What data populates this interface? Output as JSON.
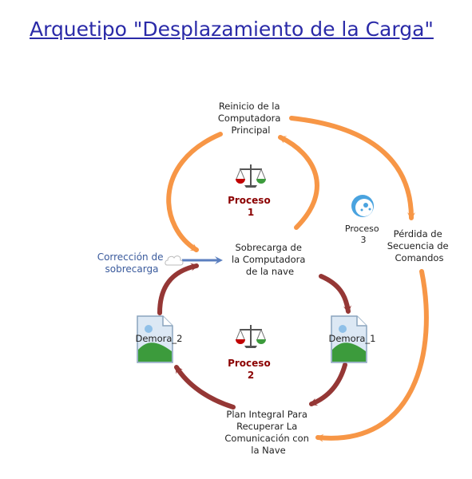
{
  "title": "Arquetipo \"Desplazamiento de la Carga\"",
  "nodes": {
    "reinicio": [
      "Reinicio de la",
      "Computadora",
      "Principal"
    ],
    "sobrecarga": [
      "Sobrecarga de",
      "la Computadora",
      "de la nave"
    ],
    "perdida": [
      "Pérdida de",
      "Secuencia de",
      "Comandos"
    ],
    "plan": [
      "Plan Integral Para",
      "Recuperar La",
      "Comunicación con",
      "la Nave"
    ],
    "correccion": [
      "Corrección de",
      "sobrecarga"
    ],
    "demora_1": "Demora_1",
    "demora_2": "Demora_2"
  },
  "processes": {
    "p1": [
      "Proceso",
      "1"
    ],
    "p2": [
      "Proceso",
      "2"
    ],
    "p3": [
      "Proceso",
      "3"
    ]
  },
  "icons": {
    "scale": "balance-scale-icon",
    "delay": "broken-image-icon",
    "cloud": "cloud-icon",
    "process3": "circular-arrow-icon"
  },
  "colors": {
    "title": "#2a2aa8",
    "orange_arrow": "#f79646",
    "red_arrow": "#953735",
    "blue_arrow": "#5b7fbf",
    "process_label": "#8b0000",
    "correction_label": "#3a5a9c"
  }
}
